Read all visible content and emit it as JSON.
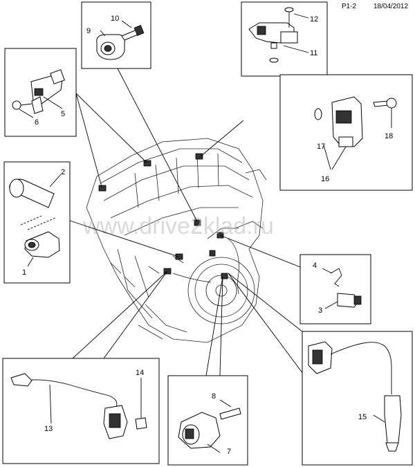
{
  "header": {
    "ref": "P1-2",
    "date": "18/04/2012"
  },
  "watermark": "www.drive2klad.ru",
  "callouts": [
    "1",
    "2",
    "3",
    "4",
    "5",
    "6",
    "7",
    "8",
    "9",
    "10",
    "11",
    "12",
    "13",
    "14",
    "15",
    "16",
    "17",
    "18"
  ]
}
